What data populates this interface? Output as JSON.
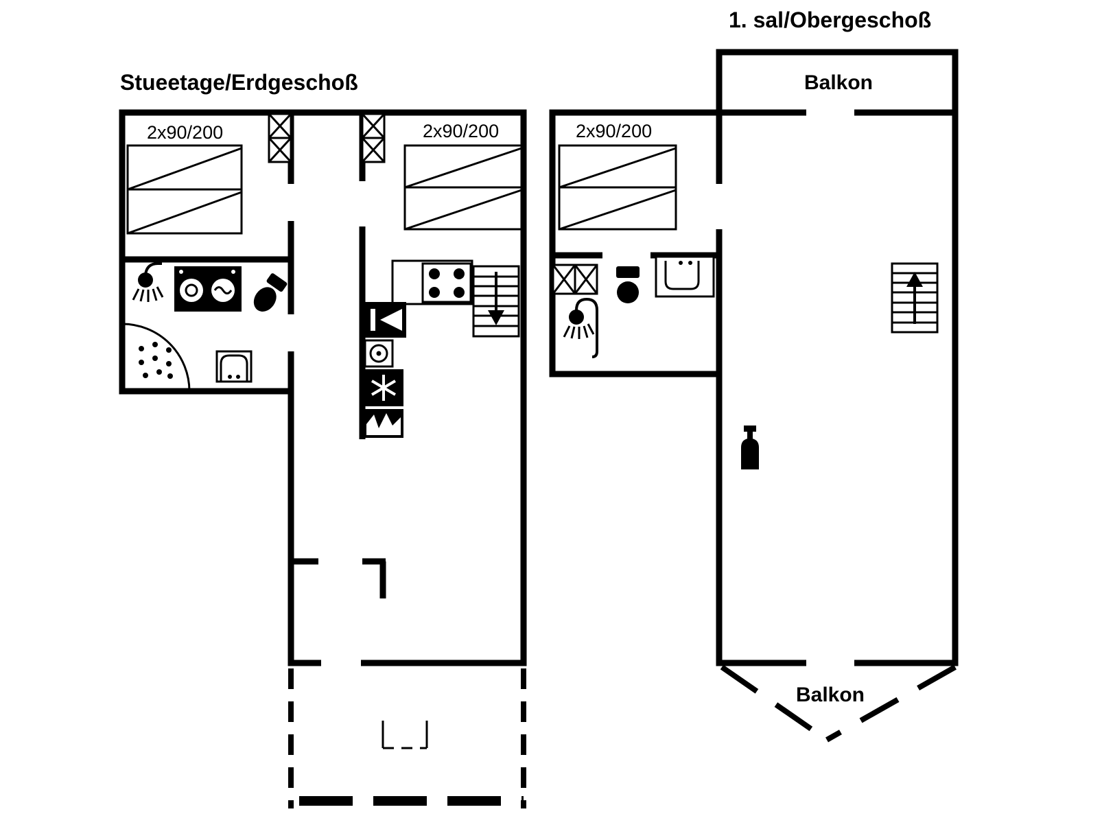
{
  "ground_floor": {
    "title": "Stueetage/Erdgeschoß",
    "beds": [
      {
        "label": "2x90/200"
      },
      {
        "label": "2x90/200"
      }
    ]
  },
  "first_floor": {
    "title": "1. sal/Obergeschoß",
    "beds": [
      {
        "label": "2x90/200"
      }
    ],
    "balcony_top": "Balkon",
    "balcony_bottom": "Balkon"
  },
  "colors": {
    "line": "#000000",
    "background": "#ffffff"
  },
  "icons": [
    "bed-icon",
    "wardrobe-icon",
    "shower-icon",
    "shower-tray-icon",
    "washer-dryer-icon",
    "toilet-icon",
    "washbasin-icon",
    "stove-icon",
    "stairs-down-icon",
    "stairs-up-icon",
    "tv-icon",
    "dishwasher-icon",
    "freezer-icon",
    "fireplace-icon",
    "bottle-icon"
  ]
}
